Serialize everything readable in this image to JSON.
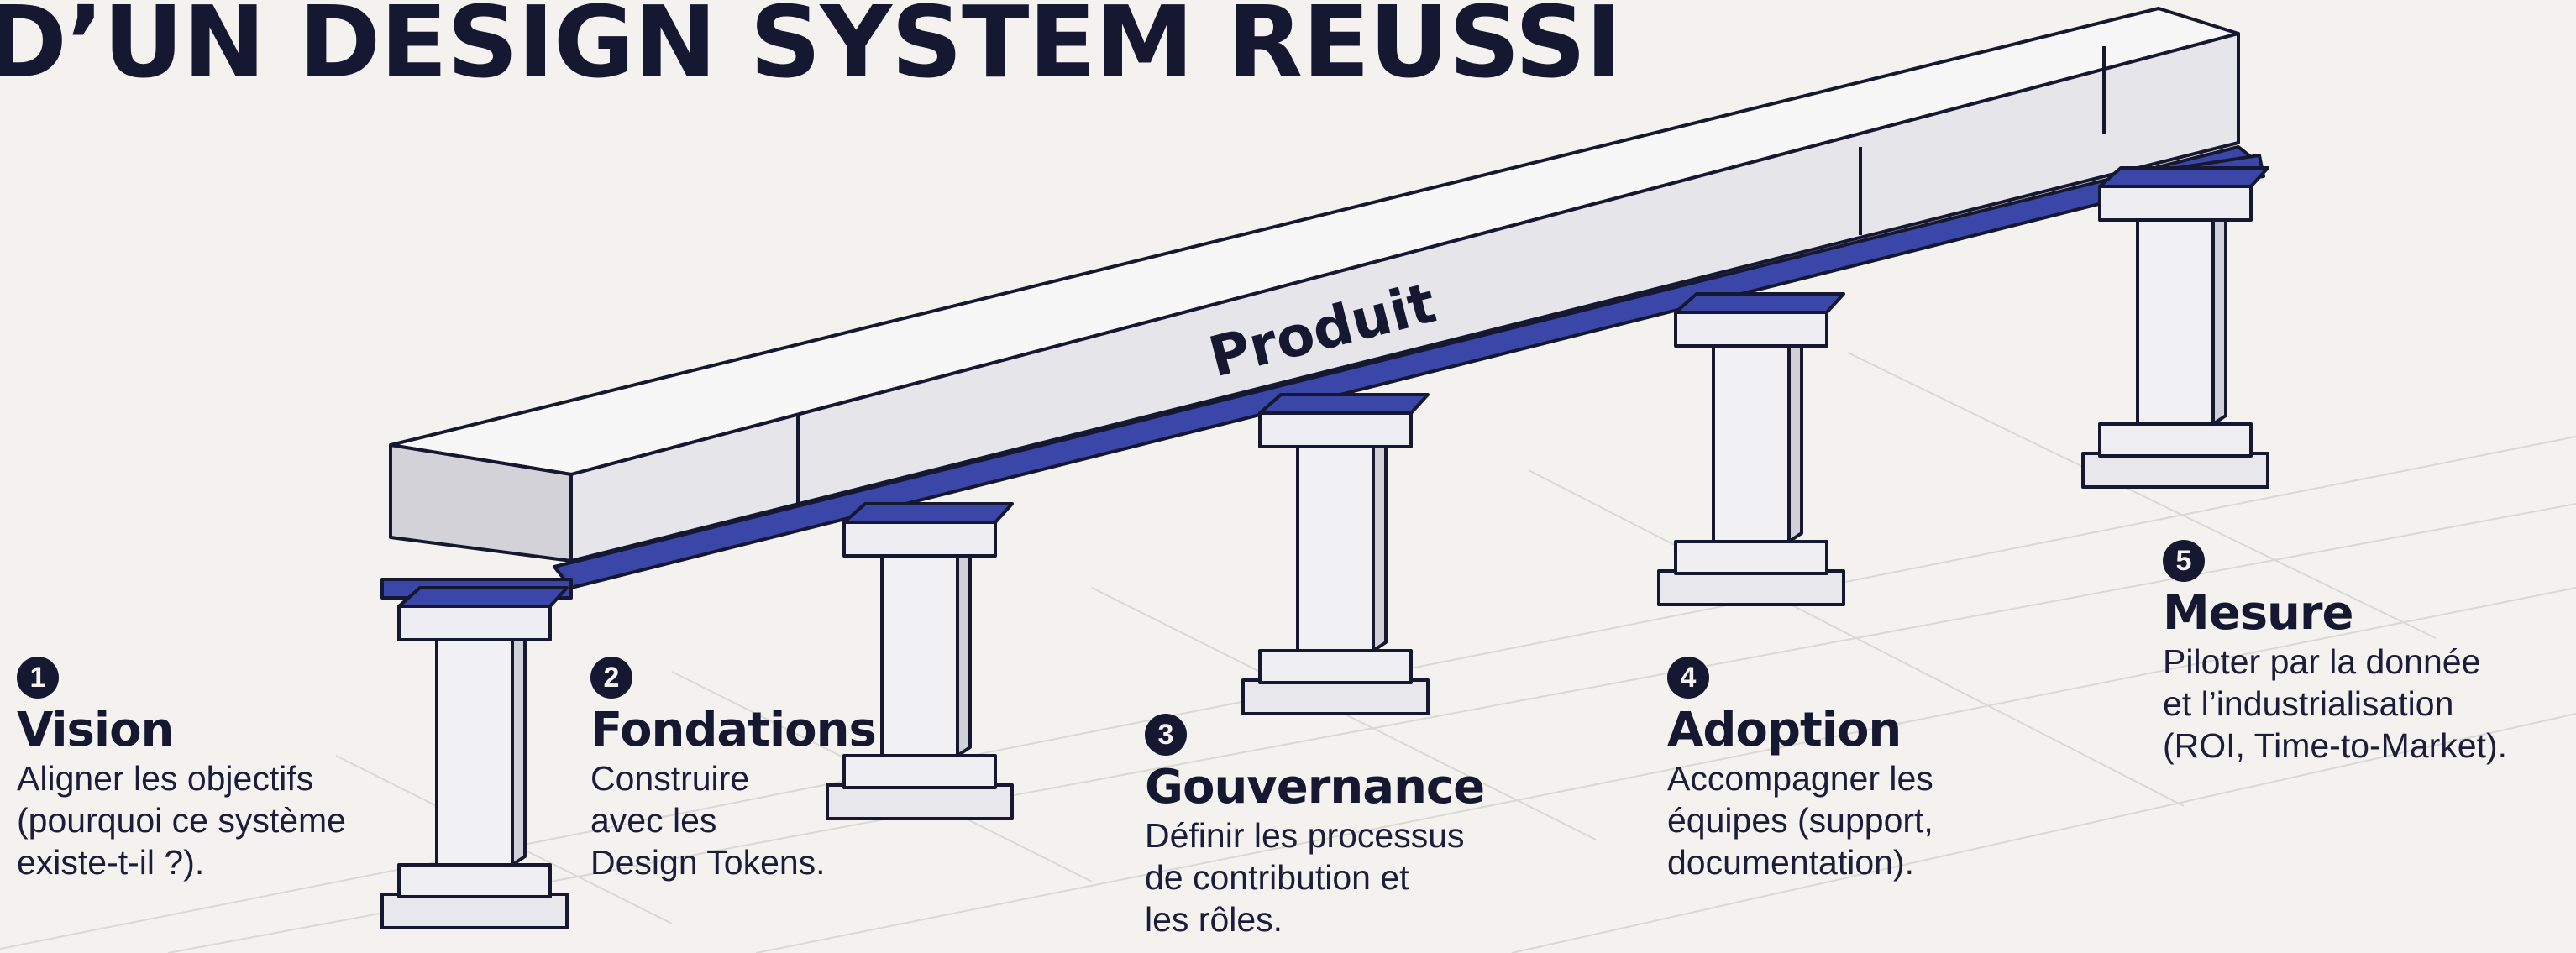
{
  "title": "D’UN DESIGN SYSTEM REUSSI",
  "beam_label": "Produit",
  "colors": {
    "ink": "#161832",
    "accent": "#3a47a8",
    "concrete": "#e6e6e9",
    "background": "#f3f2ee"
  },
  "pillars": [
    {
      "number": "1",
      "name": "Vision",
      "description": "Aligner les objectifs\n(pourquoi ce système\nexiste-t-il ?)."
    },
    {
      "number": "2",
      "name": "Fondations",
      "description": "Construire\navec les\nDesign Tokens."
    },
    {
      "number": "3",
      "name": "Gouvernance",
      "description": "Définir les processus\nde contribution et\nles rôles."
    },
    {
      "number": "4",
      "name": "Adoption",
      "description": "Accompagner les\néquipes (support,\ndocumentation)."
    },
    {
      "number": "5",
      "name": "Mesure",
      "description": "Piloter par la donnée\net l’industrialisation\n(ROI, Time-to-Market)."
    }
  ]
}
